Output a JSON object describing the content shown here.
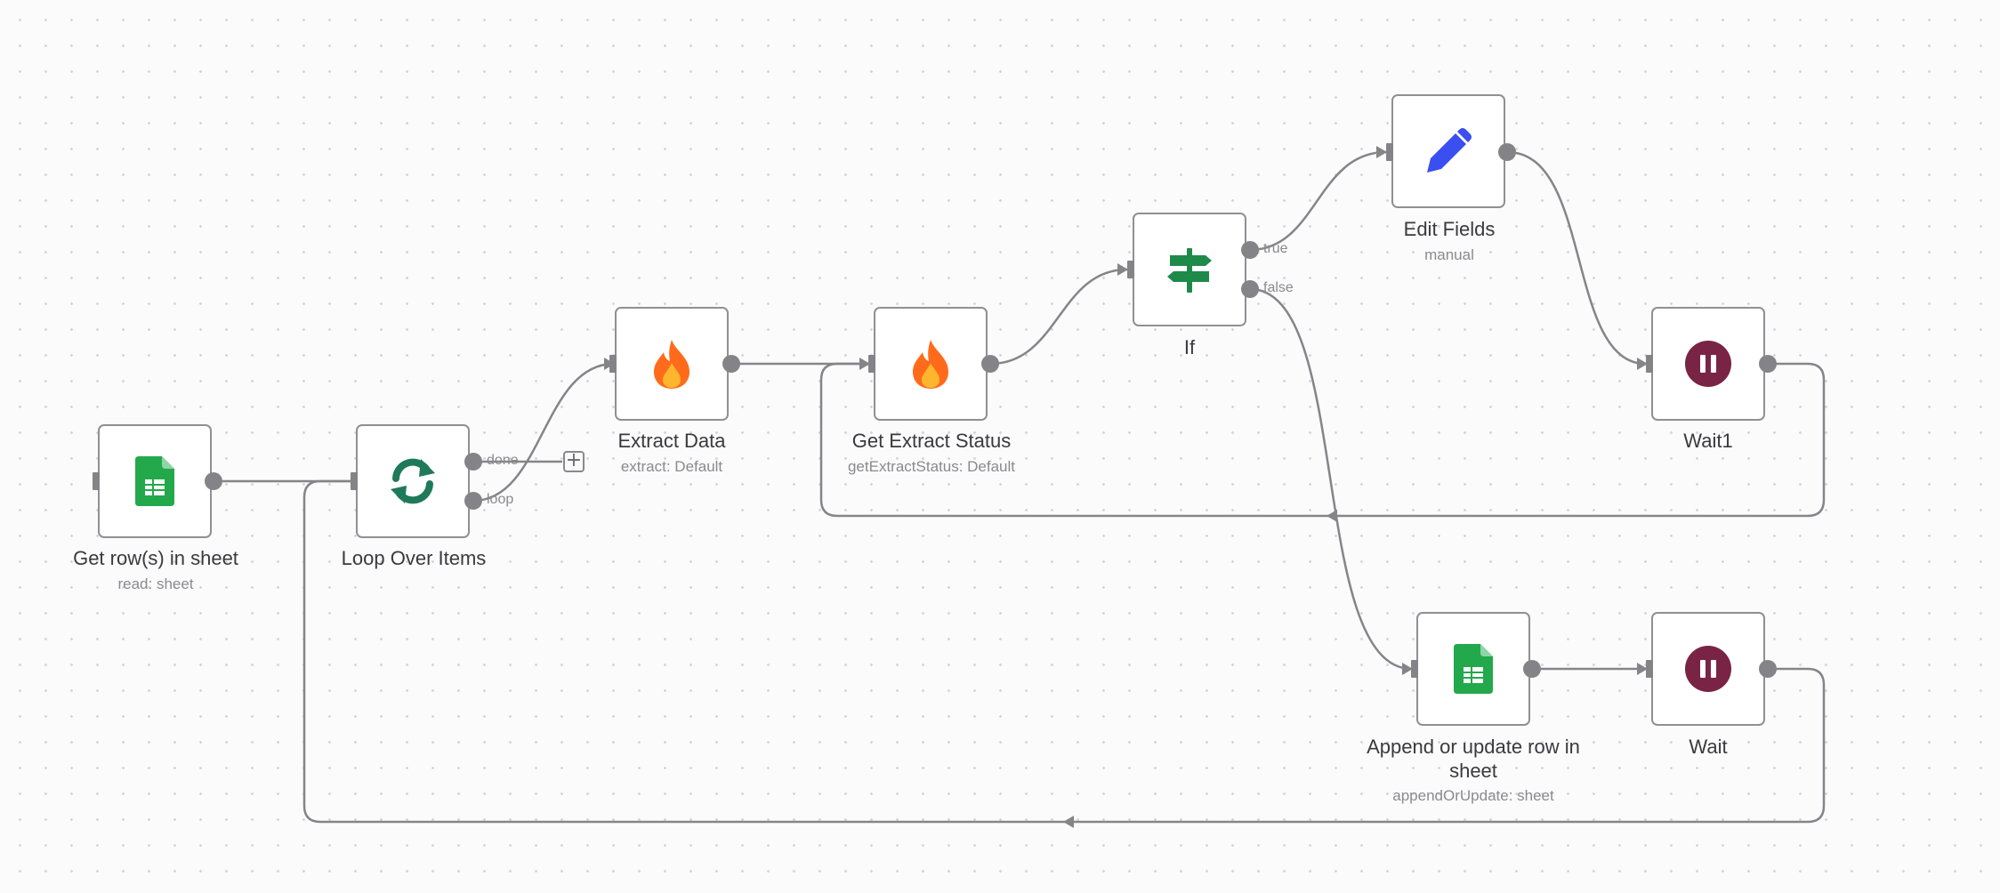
{
  "canvas": {
    "grid_dot_color": "#d2d4da",
    "background": "#fbfbfc"
  },
  "nodes": {
    "get_rows": {
      "name": "Get row(s) in sheet",
      "subtitle": "read: sheet",
      "icon": "google-sheets-icon",
      "color": "#23a84b"
    },
    "loop": {
      "name": "Loop Over Items",
      "subtitle": "",
      "icon": "loop-arrows-icon",
      "color": "#1f7a5a",
      "outputs": [
        "done",
        "loop"
      ]
    },
    "extract_data": {
      "name": "Extract Data",
      "subtitle": "extract: Default",
      "icon": "firecrawl-flame-icon",
      "color": "#ff6b1a"
    },
    "get_extract_status": {
      "name": "Get Extract Status",
      "subtitle": "getExtractStatus: Default",
      "icon": "firecrawl-flame-icon",
      "color": "#ff6b1a"
    },
    "if": {
      "name": "If",
      "subtitle": "",
      "icon": "signpost-icon",
      "color": "#1e8a4a",
      "outputs": [
        "true",
        "false"
      ]
    },
    "edit_fields": {
      "name": "Edit Fields",
      "subtitle": "manual",
      "icon": "pencil-icon",
      "color": "#3b4ef0"
    },
    "wait1": {
      "name": "Wait1",
      "subtitle": "",
      "icon": "pause-icon",
      "color": "#7a2445"
    },
    "append_row": {
      "name": "Append or update row in sheet",
      "subtitle": "appendOrUpdate: sheet",
      "icon": "google-sheets-icon",
      "color": "#23a84b"
    },
    "wait": {
      "name": "Wait",
      "subtitle": "",
      "icon": "pause-icon",
      "color": "#7a2445"
    }
  },
  "add_button": {
    "label": "+",
    "icon": "plus-icon"
  }
}
